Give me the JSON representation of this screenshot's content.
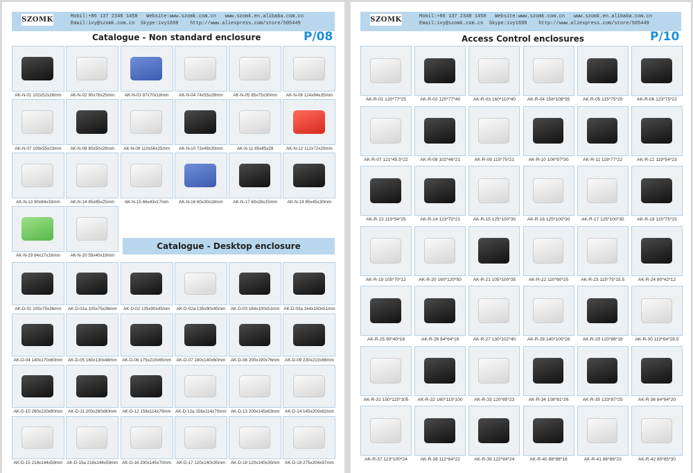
{
  "left_page": {
    "logo": "SZOMK",
    "contact_line1": "Mobil:+86 137 2348 1458   Website:www.szomk.com.cn   www.szomk.en.alibaba.com.cn",
    "contact_line2": "Email:ivy@szomk.com.cn  Skype:ivy1698    http://www.aliexpress.com/store/505449",
    "title": "Catalogue - Non standard enclosure",
    "page_number": "P/08",
    "desktop_title": "Catalogue - Desktop enclosure",
    "nonstandard": [
      {
        "label": "AK-N-01 102x52x26mm",
        "tone": "dark"
      },
      {
        "label": "AK-N-02 90x76x25mm",
        "tone": "light"
      },
      {
        "label": "AK-N-03 87x70x18mm",
        "tone": "blue"
      },
      {
        "label": "AK-N-04 74x55x28mm",
        "tone": "light"
      },
      {
        "label": "AK-N-05 85x75x30mm",
        "tone": "light"
      },
      {
        "label": "AK-N-06 124x84x35mm",
        "tone": "light"
      },
      {
        "label": "AK-N-07 109x55x23mm",
        "tone": "light"
      },
      {
        "label": "AK-N-08 80x50x28mm",
        "tone": "dark"
      },
      {
        "label": "AK-N-09 110x56x25mm",
        "tone": "light"
      },
      {
        "label": "AK-N-10 73x48x30mm",
        "tone": "dark"
      },
      {
        "label": "AK-N-11 85x85x28",
        "tone": "light"
      },
      {
        "label": "AK-N-12 112x72x20mm",
        "tone": "red"
      },
      {
        "label": "AK-N-13 90x84x33mm",
        "tone": "light"
      },
      {
        "label": "AK-N-14 85x85x25mm",
        "tone": "light"
      },
      {
        "label": "AK-N-15 66x43x17mm",
        "tone": "light"
      },
      {
        "label": "AK-N-16 60x30x18mm",
        "tone": "blue"
      },
      {
        "label": "AK-N-17 60x26x15mm",
        "tone": "dark"
      },
      {
        "label": "AK-N-18 85x45x30mm",
        "tone": "dark"
      },
      {
        "label": "AK-N-19 84x27x16mm",
        "tone": "green"
      },
      {
        "label": "AK-N-20 59x40x19mm",
        "tone": "light"
      }
    ],
    "desktop": [
      {
        "label": "AK-D-01 105x75x36mm",
        "tone": "dark"
      },
      {
        "label": "AK-D-01a 105x75x36mm",
        "tone": "dark"
      },
      {
        "label": "AK-D-02 135x90x45mm",
        "tone": "dark"
      },
      {
        "label": "AK-D-02a 135x90x45mm",
        "tone": "light"
      },
      {
        "label": "AK-D-03 164x100x51mm",
        "tone": "dark"
      },
      {
        "label": "AK-D-03a 164x100x51mm",
        "tone": "dark"
      },
      {
        "label": "AK-D-04 140x170x60mm",
        "tone": "dark"
      },
      {
        "label": "AK-D-05 160x130x48mm",
        "tone": "dark"
      },
      {
        "label": "AK-D-06 175x210x65mm",
        "tone": "dark"
      },
      {
        "label": "AK-D-07 180x140x60mm",
        "tone": "dark"
      },
      {
        "label": "AK-D-08 200x190x76mm",
        "tone": "dark"
      },
      {
        "label": "AK-D-09 230x210x86mm",
        "tone": "dark"
      },
      {
        "label": "AK-D-10 260x220x80mm",
        "tone": "dark"
      },
      {
        "label": "AK-D-11 200x260x80mm",
        "tone": "dark"
      },
      {
        "label": "AK-D-12 156x114x70mm",
        "tone": "dark"
      },
      {
        "label": "AK-D-12a 156x114x70mm",
        "tone": "light"
      },
      {
        "label": "AK-D-13 200x145x63mm",
        "tone": "light"
      },
      {
        "label": "AK-D-14 145x200x62mm",
        "tone": "light"
      },
      {
        "label": "AK-D-15 218x144x59mm",
        "tone": "light"
      },
      {
        "label": "AK-D-15a 218x144x59mm",
        "tone": "light"
      },
      {
        "label": "AK-D-16 200x145x70mm",
        "tone": "light"
      },
      {
        "label": "AK-D-17 120x140x35mm",
        "tone": "light"
      },
      {
        "label": "AK-D-18 120x140x35mm",
        "tone": "light"
      },
      {
        "label": "AK-D-19 275x204x97mm",
        "tone": "light"
      }
    ]
  },
  "right_page": {
    "logo": "SZOMK",
    "contact_line1": "Mobil:+86 137 2348 1458   Website:www.szomk.com.cn   www.szomk.en.alibaba.com.cn",
    "contact_line2": "Email:ivy@szomk.com.cn  Skype:ivy1698    http://www.aliexpress.com/store/505449",
    "title": "Access Control enclosures",
    "page_number": "P/10",
    "access": [
      {
        "label": "AK-R-01 120*77*25",
        "tone": "light"
      },
      {
        "label": "AK-R-02 120*77*40",
        "tone": "dark"
      },
      {
        "label": "AK-R-03 160*110*40",
        "tone": "light"
      },
      {
        "label": "AK-R-04 158*108*55",
        "tone": "light"
      },
      {
        "label": "AK-R-05 115*75*20",
        "tone": "dark"
      },
      {
        "label": "AK-R-06 123*75*22",
        "tone": "dark"
      },
      {
        "label": "AK-R-07 121*45.5*22",
        "tone": "light"
      },
      {
        "label": "AK-R-08 102*46*21",
        "tone": "dark"
      },
      {
        "label": "AK-R-09 115*75*21",
        "tone": "light"
      },
      {
        "label": "AK-R-10 106*87*30",
        "tone": "dark"
      },
      {
        "label": "AK-R-11 119*77*22",
        "tone": "dark"
      },
      {
        "label": "AK-R-12 119*54*23",
        "tone": "dark"
      },
      {
        "label": "AK-R-13 119*54*25",
        "tone": "dark"
      },
      {
        "label": "AK-R-14 123*70*21",
        "tone": "dark"
      },
      {
        "label": "AK-R-15 125*100*30",
        "tone": "light"
      },
      {
        "label": "AK-R-16 125*100*30",
        "tone": "light"
      },
      {
        "label": "AK-R-17 125*100*30",
        "tone": "light"
      },
      {
        "label": "AK-R-18 115*75*15",
        "tone": "dark"
      },
      {
        "label": "AK-R-19 105*70*12",
        "tone": "light"
      },
      {
        "label": "AK-R-20 160*120*50",
        "tone": "light"
      },
      {
        "label": "AK-R-21 105*100*35",
        "tone": "dark"
      },
      {
        "label": "AK-R-22 110*80*25",
        "tone": "light"
      },
      {
        "label": "AK-R-23 115*75*15.5",
        "tone": "light"
      },
      {
        "label": "AK-R-24 80*42*12",
        "tone": "dark"
      },
      {
        "label": "AK-R-25 90*40*16",
        "tone": "dark"
      },
      {
        "label": "AK-R-26 84*64*16",
        "tone": "dark"
      },
      {
        "label": "AK-R-27 130*102*40",
        "tone": "light"
      },
      {
        "label": "AK-R-28 140*100*28",
        "tone": "light"
      },
      {
        "label": "AK-R-29 120*88*18",
        "tone": "dark"
      },
      {
        "label": "AK-R-30 119*84*28.5",
        "tone": "light"
      },
      {
        "label": "AK-R-31 150*115*105",
        "tone": "light"
      },
      {
        "label": "AK-R-32 160*115*100",
        "tone": "dark"
      },
      {
        "label": "AK-R-33 120*85*23",
        "tone": "light"
      },
      {
        "label": "AK-R-34 108*81*26",
        "tone": "dark"
      },
      {
        "label": "AK-R-35 133*87*25",
        "tone": "dark"
      },
      {
        "label": "AK-R-36 84*84*20",
        "tone": "dark"
      },
      {
        "label": "AK-R-37 123*100*24",
        "tone": "light"
      },
      {
        "label": "AK-R-38 112*84*22",
        "tone": "dark"
      },
      {
        "label": "AK-R-39 122*84*24",
        "tone": "dark"
      },
      {
        "label": "AK-R-40 88*88*16",
        "tone": "dark"
      },
      {
        "label": "AK-R-41 86*86*22",
        "tone": "light"
      },
      {
        "label": "AK-R-42 85*85*30",
        "tone": "light"
      }
    ]
  }
}
